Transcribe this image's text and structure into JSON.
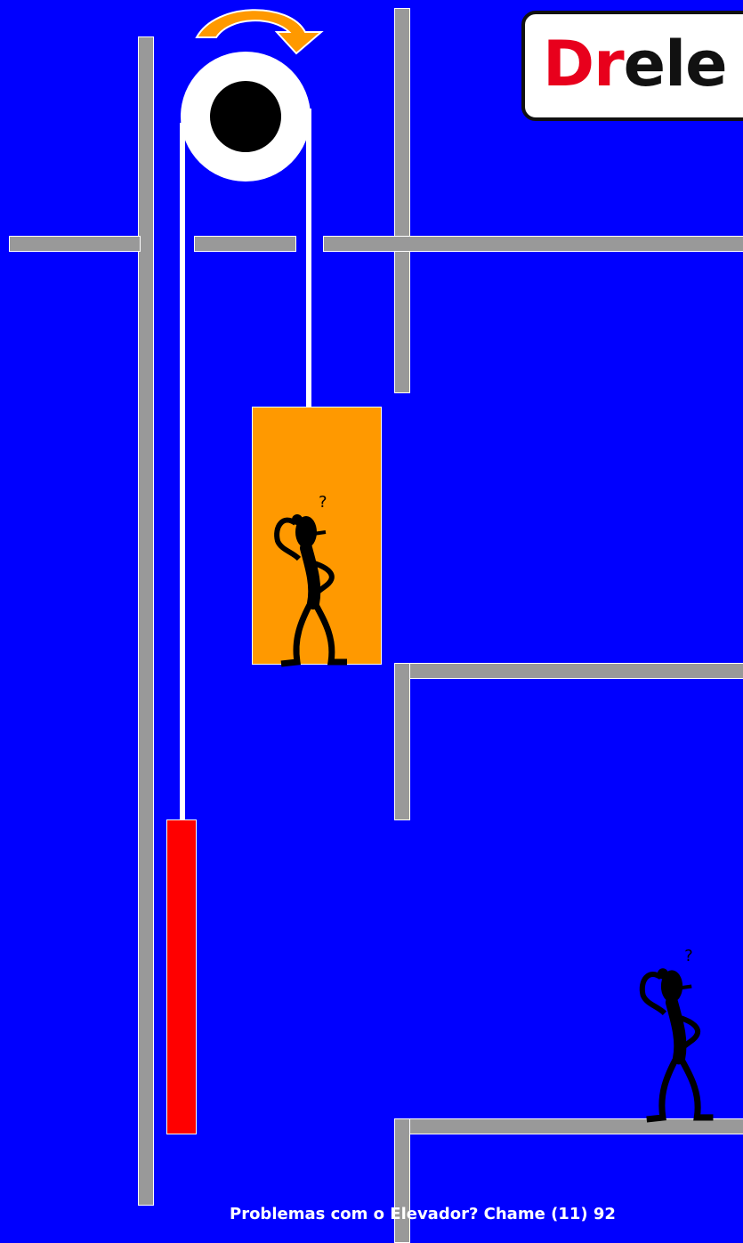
{
  "logo": {
    "text_red": "Dr",
    "text_black": "ele"
  },
  "footer": {
    "text": "Problemas com o Elevador?   Chame (11) 92"
  },
  "icons": {
    "rotation": "curved-arrow-icon",
    "person": "confused-person-icon"
  },
  "colors": {
    "background": "#0000ff",
    "wall": "#999999",
    "cabin": "#ff9900",
    "counterweight": "#ff0000",
    "arrow": "#ff9900",
    "logo_red": "#e8001c"
  }
}
